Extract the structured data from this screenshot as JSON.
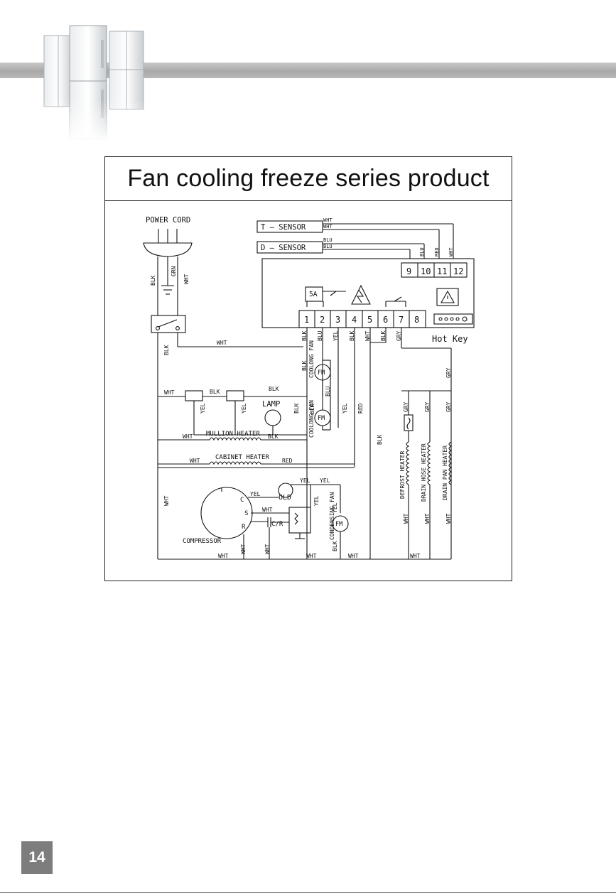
{
  "page": {
    "title": "Fan cooling freeze series product",
    "page_number": "14"
  },
  "diagram": {
    "power_cord": "POWER CORD",
    "t_sensor": "T – SENSOR",
    "d_sensor": "D – SENSOR",
    "fuse": "5A",
    "hot_key": "Hot Key",
    "terminals": [
      "1",
      "2",
      "3",
      "4",
      "5",
      "6",
      "7",
      "8",
      "9",
      "10",
      "11",
      "12"
    ],
    "components": {
      "lamp": "LAMP",
      "mullion_heater": "MULLION HEATER",
      "cabinet_heater": "CABINET HEATER",
      "compressor": "COMPRESSOR",
      "old": "OLD",
      "cr": "C/R",
      "fan_motor": "FM",
      "cooling_fan": "COOLONG FAN",
      "condensing_fan": "CONDENSING FAN",
      "defrost_heater": "DEFROST HEATER",
      "drain_hose_heater": "DRAIN HOSE HEATER",
      "drain_pan_heater": "DRAIN PAN HEATER",
      "comp_c": "C",
      "comp_s": "S",
      "comp_r": "R"
    },
    "wire": {
      "wht": "WHT",
      "blk": "BLK",
      "blu": "BLU",
      "yel": "YEL",
      "red": "RED",
      "grn": "GRN",
      "gry": "GRY"
    }
  }
}
